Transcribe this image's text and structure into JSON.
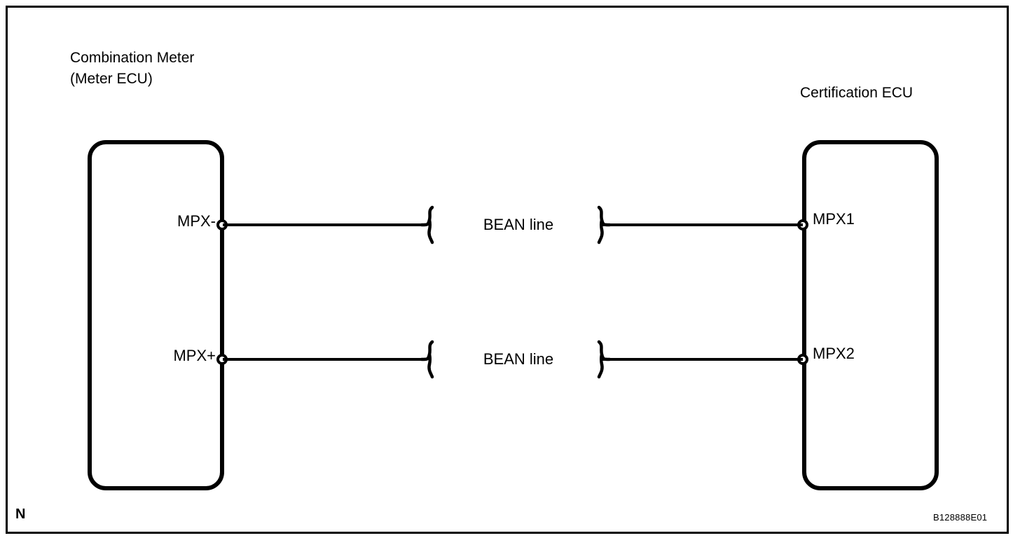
{
  "diagram": {
    "type": "wiring-diagram",
    "blocks": [
      {
        "id": "meter-ecu",
        "title_line1": "Combination Meter",
        "title_line2": "(Meter ECU)",
        "pins": [
          "MPX-",
          "MPX+"
        ]
      },
      {
        "id": "certification-ecu",
        "title_line1": "Certification ECU",
        "pins": [
          "MPX1",
          "MPX2"
        ]
      }
    ],
    "connections": [
      {
        "from_pin": "MPX-",
        "to_pin": "MPX1",
        "label": "BEAN line",
        "break_symbol": "wire-break-brace"
      },
      {
        "from_pin": "MPX+",
        "to_pin": "MPX2",
        "label": "BEAN line",
        "break_symbol": "wire-break-brace"
      }
    ],
    "footer": {
      "sheet_mark": "N",
      "figure_code": "B128888E01"
    },
    "colors": {
      "line": "#000000",
      "background": "#ffffff"
    }
  }
}
